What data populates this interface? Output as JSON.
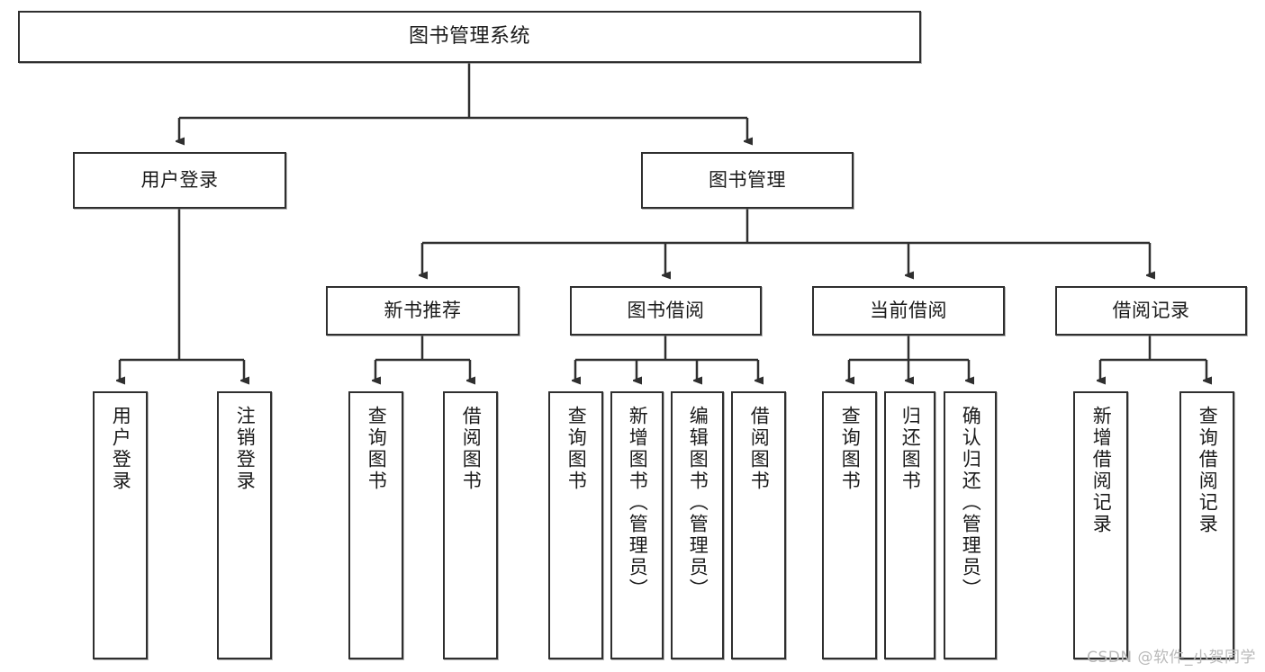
{
  "diagram": {
    "type": "tree",
    "title": "图书管理系统",
    "watermark": "CSDN @软件_小贺同学",
    "colors": {
      "stroke": "#2f2f2f",
      "fill": "#ffffff",
      "text": "#1a1a1a",
      "watermark": "#b9b9b9"
    },
    "root": {
      "label": "图书管理系统"
    },
    "level2": [
      {
        "label": "用户登录"
      },
      {
        "label": "图书管理"
      }
    ],
    "level3": [
      {
        "label": "新书推荐"
      },
      {
        "label": "图书借阅"
      },
      {
        "label": "当前借阅"
      },
      {
        "label": "借阅记录"
      }
    ],
    "leaves": {
      "user_login": [
        {
          "label": "用户登录"
        },
        {
          "label": "注销登录"
        }
      ],
      "new_book": [
        {
          "label": "查询图书"
        },
        {
          "label": "借阅图书"
        }
      ],
      "borrow_book": [
        {
          "label": "查询图书"
        },
        {
          "label": "新增图书（管理员）"
        },
        {
          "label": "编辑图书（管理员）"
        },
        {
          "label": "借阅图书"
        }
      ],
      "current_borrow": [
        {
          "label": "查询图书"
        },
        {
          "label": "归还图书"
        },
        {
          "label": "确认归还（管理员）"
        }
      ],
      "borrow_record": [
        {
          "label": "新增借阅记录"
        },
        {
          "label": "查询借阅记录"
        }
      ]
    }
  }
}
